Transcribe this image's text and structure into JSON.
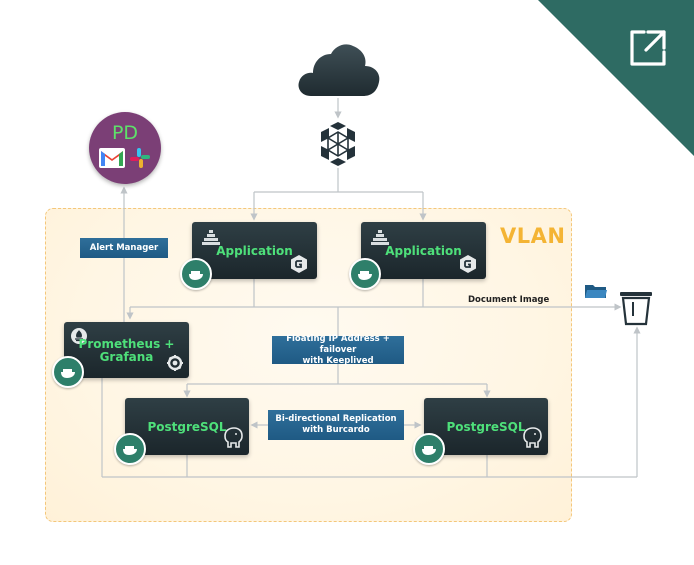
{
  "diagram": {
    "vlan_label": "VLAN",
    "pd_text": "PD",
    "alert_manager": "Alert Manager",
    "app1_label": "Application",
    "app2_label": "Application",
    "monitor_line1": "Prometheus +",
    "monitor_line2": "Grafana",
    "floating_ip_line1": "Floating IP Address + failover",
    "floating_ip_line2": "with Keeplived",
    "pg1_label": "PostgreSQL",
    "pg2_label": "PostgreSQL",
    "replication_line1": "Bi-directional Replication",
    "replication_line2": "with Burcardo",
    "document_image": "Document Image"
  },
  "colors": {
    "teal_corner": "#2e6b63",
    "node_text": "#4ee07a",
    "tag_blue": "#2a6590",
    "vlan_accent": "#f4b434",
    "pd_purple": "#7b3f76",
    "line_gray": "#bfc4c8"
  },
  "icons": [
    "cloud-icon",
    "load-balancer-icon",
    "external-link-icon",
    "gmail-icon",
    "slack-icon",
    "folder-icon",
    "bucket-icon",
    "nginx-icon",
    "prometheus-icon",
    "grafana-icon",
    "elephant-icon",
    "docker-icon"
  ]
}
